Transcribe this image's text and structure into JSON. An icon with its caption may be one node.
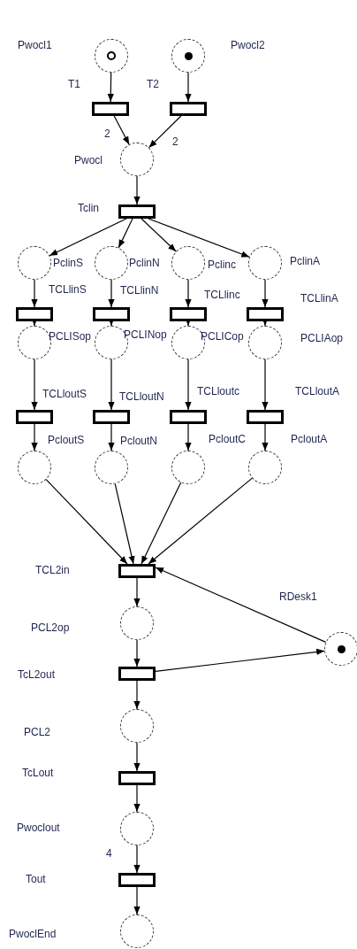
{
  "diagram": {
    "nodes": [
      {
        "text": [],
        "shape": "circle"
      },
      {
        "text": [],
        "shape": "circle",
        "beside": [
          "Pwocl2"
        ]
      },
      {
        "text": [],
        "shape": "bar",
        "beside": [
          "T1"
        ]
      },
      {
        "text": [],
        "shape": "bar",
        "beside": [
          "T2"
        ]
      },
      {
        "text": [],
        "shape": "circle",
        "beside": [
          "Pwocl"
        ]
      },
      {
        "text": [],
        "shape": "bar",
        "beside": [
          "Tclin"
        ]
      },
      {
        "text": [],
        "shape": "circle",
        "beside": [
          "PclinS"
        ]
      },
      {
        "text": [],
        "shape": "circle",
        "beside": [
          "PclinN"
        ]
      },
      {
        "text": [],
        "shape": "circle",
        "beside": [
          "Pclinc"
        ]
      },
      {
        "text": [],
        "shape": "circle",
        "beside": [
          "PclinA"
        ]
      },
      {
        "text": [],
        "shape": "bar"
      },
      {
        "text": [],
        "shape": "bar"
      },
      {
        "text": [],
        "shape": "bar",
        "beside": [
          "TCLlinc"
        ]
      },
      {
        "text": [],
        "shape": "bar",
        "beside": [
          "TCLlinA"
        ]
      },
      {
        "text": [],
        "shape": "circle",
        "beside": [
          "PCLISop"
        ]
      },
      {
        "text": [],
        "shape": "circle",
        "beside": [
          "PCLINop"
        ]
      },
      {
        "text": [],
        "shape": "circle",
        "beside": [
          "PCLICop"
        ]
      },
      {
        "text": [],
        "shape": "circle",
        "beside": [
          "PCLIAop"
        ]
      },
      {
        "text": [],
        "shape": "bar",
        "beside": [
          "TCLloutS"
        ]
      },
      {
        "text": [],
        "shape": "bar",
        "beside": [
          "TCLloutN"
        ]
      },
      {
        "text": [],
        "shape": "bar",
        "beside": [
          "TCLloutc"
        ]
      },
      {
        "text": [],
        "shape": "bar",
        "beside": [
          "TCLloutA"
        ]
      },
      {
        "text": [],
        "shape": "circle",
        "beside": [
          "PcloutS"
        ]
      },
      {
        "text": [],
        "shape": "circle",
        "beside": [
          "PcloutN"
        ]
      },
      {
        "text": [],
        "shape": "circle",
        "beside": [
          "PcloutC"
        ]
      },
      {
        "text": [],
        "shape": "circle",
        "beside": [
          "PcloutA"
        ]
      },
      {
        "text": [],
        "shape": "bar"
      },
      {
        "text": [],
        "shape": "circle",
        "beside": [
          "RDesk1"
        ]
      },
      {
        "text": [],
        "shape": "circle"
      },
      {
        "text": [],
        "shape": "bar"
      },
      {
        "text": [],
        "shape": "circle"
      },
      {
        "text": [],
        "shape": "bar"
      },
      {
        "text": [],
        "shape": "circle"
      },
      {
        "text": [],
        "shape": "bar"
      },
      {
        "text": [],
        "shape": "circle"
      }
    ],
    "labels": [
      "Pwocl1",
      "TCLlinS",
      "TCLlinN",
      "TCL2in",
      "PCL2op",
      "TcL2out",
      "PCL2",
      "TcLout",
      "Pwoclout",
      "Tout",
      "PwoclEnd"
    ],
    "edges": [
      {
        "from": 0,
        "to": 2,
        "arrow": "to"
      },
      {
        "from": 1,
        "to": 3,
        "arrow": "to"
      },
      {
        "from": 2,
        "to": 4,
        "arrow": "to",
        "label": "2"
      },
      {
        "from": 3,
        "to": 4,
        "arrow": "to",
        "label": "2"
      },
      {
        "from": 4,
        "to": 5,
        "arrow": "to"
      },
      {
        "from": 5,
        "to": 6,
        "arrow": "to"
      },
      {
        "from": 5,
        "to": 7,
        "arrow": "to"
      },
      {
        "from": 5,
        "to": 8,
        "arrow": "to"
      },
      {
        "from": 5,
        "to": 9,
        "arrow": "to"
      },
      {
        "from": 6,
        "to": 10,
        "arrow": "to"
      },
      {
        "from": 7,
        "to": 11,
        "arrow": "to"
      },
      {
        "from": 8,
        "to": 12,
        "arrow": "to"
      },
      {
        "from": 9,
        "to": 13,
        "arrow": "to"
      },
      {
        "from": 10,
        "to": 14,
        "arrow": "to"
      },
      {
        "from": 11,
        "to": 15,
        "arrow": "to"
      },
      {
        "from": 12,
        "to": 16,
        "arrow": "to"
      },
      {
        "from": 13,
        "to": 17,
        "arrow": "to"
      },
      {
        "from": 14,
        "to": 18,
        "arrow": "to"
      },
      {
        "from": 15,
        "to": 19,
        "arrow": "to"
      },
      {
        "from": 16,
        "to": 20,
        "arrow": "to"
      },
      {
        "from": 17,
        "to": 21,
        "arrow": "to"
      },
      {
        "from": 18,
        "to": 22,
        "arrow": "to"
      },
      {
        "from": 19,
        "to": 23,
        "arrow": "to"
      },
      {
        "from": 20,
        "to": 24,
        "arrow": "to"
      },
      {
        "from": 21,
        "to": 25,
        "arrow": "to"
      },
      {
        "from": 22,
        "to": 26,
        "arrow": "to"
      },
      {
        "from": 23,
        "to": 26,
        "arrow": "to"
      },
      {
        "from": 24,
        "to": 26,
        "arrow": "to"
      },
      {
        "from": 25,
        "to": 26,
        "arrow": "to"
      },
      {
        "from": 27,
        "to": 26,
        "arrow": "to"
      },
      {
        "from": 26,
        "to": 28,
        "arrow": "to"
      },
      {
        "from": 28,
        "to": 29,
        "arrow": "to"
      },
      {
        "from": 29,
        "to": 27,
        "arrow": "to"
      },
      {
        "from": 29,
        "to": 30,
        "arrow": "to"
      },
      {
        "from": 30,
        "to": 31,
        "arrow": "to"
      },
      {
        "from": 31,
        "to": 32,
        "arrow": "to"
      },
      {
        "from": 32,
        "to": 33,
        "arrow": "to",
        "label": "4"
      },
      {
        "from": 33,
        "to": 34,
        "arrow": "to"
      }
    ]
  }
}
